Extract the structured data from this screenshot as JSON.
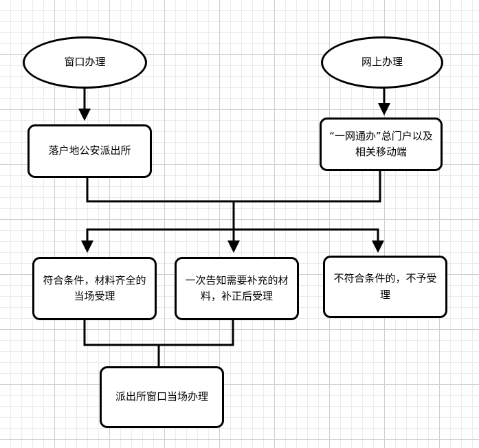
{
  "flowchart": {
    "start_window": "窗口办理",
    "start_online": "网上办理",
    "police_station": "落户地公安派出所",
    "online_portal": "“一网通办”总门户以及相关移动端",
    "accept_complete": "符合条件，材料齐全的当场受理",
    "notify_supplement": "一次告知需要补充的材料，补正后受理",
    "reject": "不符合条件的，不予受理",
    "final_window": "派出所窗口当场办理"
  },
  "colors": {
    "stroke": "#000000",
    "fill": "#ffffff",
    "grid_major": "#d0d0d0",
    "grid_minor": "#ececec"
  }
}
